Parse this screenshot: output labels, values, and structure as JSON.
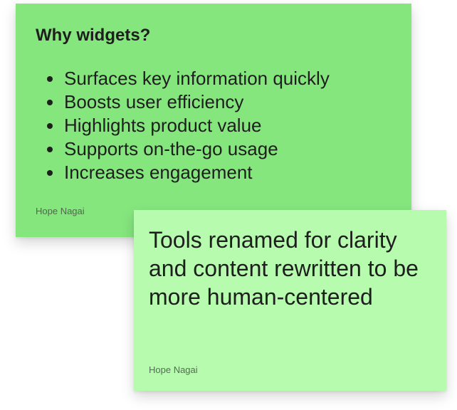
{
  "notes": {
    "back": {
      "title": "Why widgets?",
      "items": [
        "Surfaces key information quickly",
        "Boosts user efficiency",
        "Highlights product value",
        "Supports on-the-go usage",
        "Increases engagement"
      ],
      "author": "Hope Nagai",
      "color": "#85e67e"
    },
    "front": {
      "body": "Tools renamed for clarity and content rewritten to be more human-centered",
      "author": "Hope Nagai",
      "color": "#b6fbae"
    }
  }
}
